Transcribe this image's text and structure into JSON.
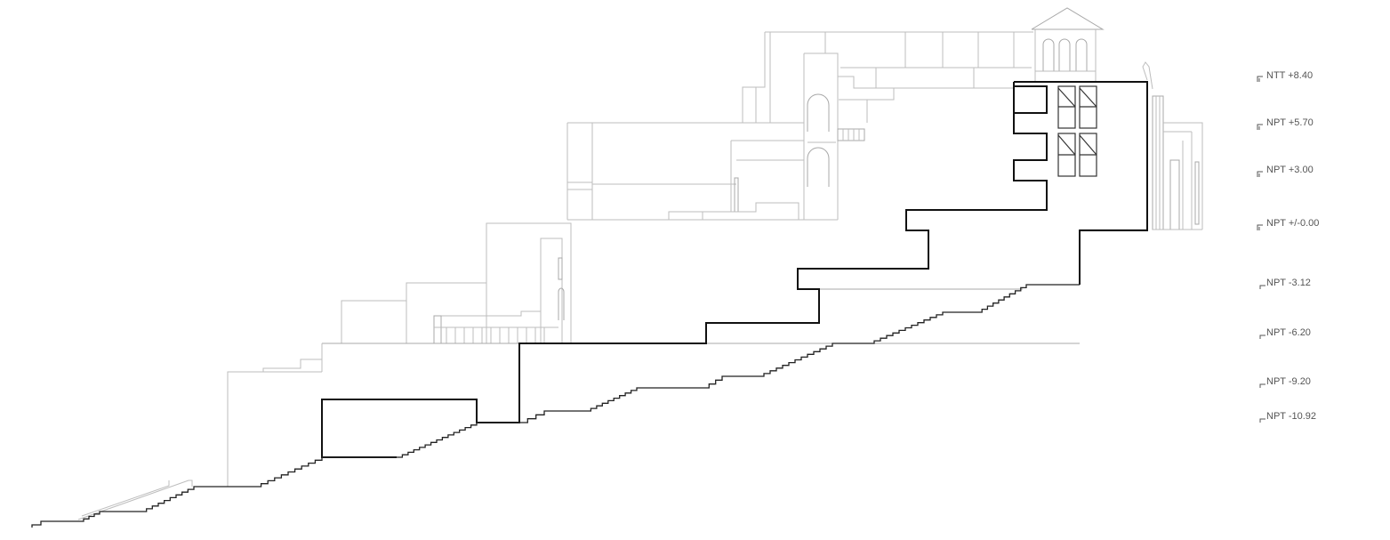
{
  "drawing": {
    "type": "building-section",
    "levels": [
      {
        "label": "NTT +8.40"
      },
      {
        "label": "NPT +5.70"
      },
      {
        "label": "NPT +3.00"
      },
      {
        "label": "NPT +/-0.00"
      },
      {
        "label": "NPT -3.12"
      },
      {
        "label": "NPT -6.20"
      },
      {
        "label": "NPT -9.20"
      },
      {
        "label": "NPT -10.92"
      }
    ]
  },
  "colors": {
    "cut_line": "#111111",
    "context_line": "#bdbdbd",
    "label_text": "#555555",
    "background": "#ffffff"
  }
}
